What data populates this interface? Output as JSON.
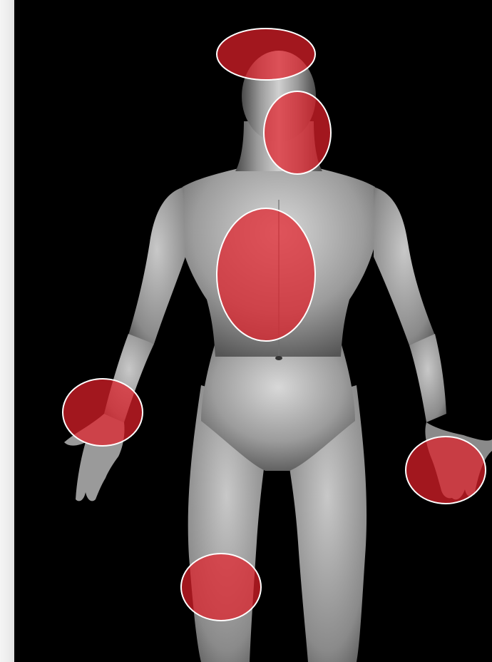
{
  "colors": {
    "background": "#000000",
    "body_light": "#d8d8d8",
    "body_mid": "#9a9a9a",
    "body_dark": "#4a4a4a",
    "zone_fill": "#e0202a",
    "zone_stroke": "#ffffff"
  },
  "figure": {
    "view": "front",
    "icon": "human-body-figure"
  },
  "zones": [
    {
      "id": "head",
      "icon": "head-region"
    },
    {
      "id": "neck",
      "icon": "neck-region"
    },
    {
      "id": "chest",
      "icon": "chest-region"
    },
    {
      "id": "right-wrist",
      "icon": "wrist-region"
    },
    {
      "id": "left-hand",
      "icon": "hand-region"
    },
    {
      "id": "knee",
      "icon": "knee-region"
    }
  ]
}
